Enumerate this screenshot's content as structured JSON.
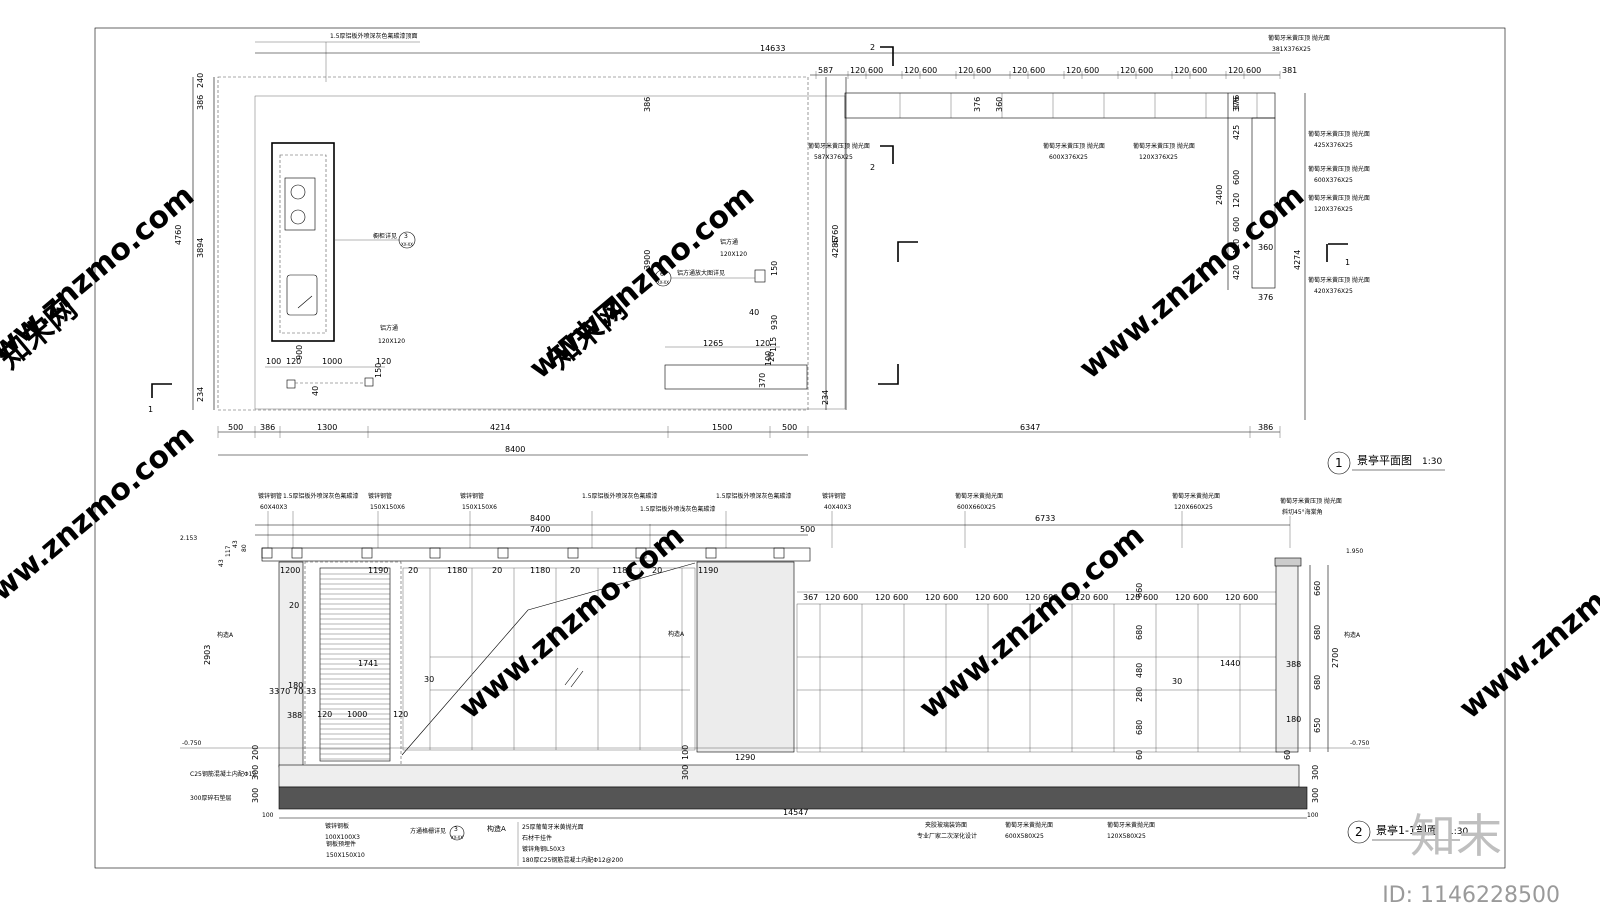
{
  "plan": {
    "title": "景亭平面图",
    "scale": "1:30",
    "number": "1",
    "top_note": "1.5厚铝板外喷深灰色氟碳漆顶面",
    "overall_width": "14633",
    "section_mark": "2",
    "left_mark": "1",
    "right_mark": "1",
    "top_dims": [
      "587",
      "120",
      "600",
      "120",
      "600",
      "120",
      "600",
      "120",
      "600",
      "120",
      "600",
      "120",
      "600",
      "120",
      "600",
      "120",
      "600",
      "381"
    ],
    "left_dims": [
      "240",
      "386",
      "3894",
      "234",
      "4760"
    ],
    "mid_dims": [
      "386",
      "3900",
      "4286",
      "4760",
      "234"
    ],
    "right_dims": [
      "376",
      "425",
      "600",
      "2400",
      "120",
      "600",
      "120",
      "360",
      "420",
      "376",
      "4274"
    ],
    "inner_dims": [
      "360",
      "376"
    ],
    "bottom_dims": [
      "500",
      "386",
      "1300",
      "4214",
      "1500",
      "500",
      "6347",
      "386"
    ],
    "bottom_total": "8400",
    "cabinet_dims": [
      "100",
      "120",
      "1000",
      "120",
      "150",
      "900",
      "40"
    ],
    "tube_dims": [
      "1265",
      "120",
      "115",
      "20",
      "370",
      "100",
      "40",
      "930",
      "150"
    ],
    "tube_label": "铝方通",
    "tube_size": "120X120",
    "cabinet_label": "橱柜详见",
    "cabinet_ref": "3",
    "cabinet_ref_sheet": "XX-XX",
    "tube_detail": "铝方通放大图详见",
    "tube_ref": "6",
    "tube_ref_sheet": "XX-XX",
    "stone_labels": [
      {
        "name": "葡萄牙米黄压顶 抛光面",
        "size": "381X376X25"
      },
      {
        "name": "葡萄牙米黄压顶 抛光面",
        "size": "587X376X25"
      },
      {
        "name": "葡萄牙米黄压顶 抛光面",
        "size": "600X376X25"
      },
      {
        "name": "葡萄牙米黄压顶 抛光面",
        "size": "120X376X25"
      },
      {
        "name": "葡萄牙米黄压顶 抛光面",
        "size": "425X376X25"
      },
      {
        "name": "葡萄牙米黄压顶 抛光面",
        "size": "600X376X25"
      },
      {
        "name": "葡萄牙米黄压顶 抛光面",
        "size": "120X376X25"
      },
      {
        "name": "葡萄牙米黄压顶 抛光面",
        "size": "420X376X25"
      }
    ]
  },
  "section": {
    "title": "景亭1-1剖面",
    "scale": "1:30",
    "number": "2",
    "top_labels": [
      {
        "name": "镀锌钢管",
        "size": "60X40X3"
      },
      {
        "name": "1.5厚铝板外喷深灰色氟碳漆",
        "size": ""
      },
      {
        "name": "镀锌钢管",
        "size": "150X150X6"
      },
      {
        "name": "镀锌钢管",
        "size": "150X150X6"
      },
      {
        "name": "1.5厚铝板外喷深灰色氟碳漆",
        "size": ""
      },
      {
        "name": "1.5厚铝板外喷浅灰色氟碳漆",
        "size": ""
      },
      {
        "name": "1.5厚铝板外喷深灰色氟碳漆",
        "size": ""
      },
      {
        "name": "镀锌钢管",
        "size": "40X40X3"
      },
      {
        "name": "葡萄牙米黄抛光面",
        "size": "600X660X25"
      },
      {
        "name": "葡萄牙米黄抛光面",
        "size": "120X660X25"
      },
      {
        "name": "葡萄牙米黄压顶 抛光面",
        "size": "斜切45°海棠角"
      }
    ],
    "dims_top": [
      "8400",
      "7400",
      "6733",
      "500"
    ],
    "elev_top_left": "2.153",
    "elev_top_right": "1.950",
    "elev_bottom_left": "-0.750",
    "elev_bottom_right": "-0.750",
    "left_small": [
      "43",
      "117",
      "43",
      "80"
    ],
    "span_dims": [
      "1200",
      "1190",
      "20",
      "1180",
      "20",
      "1180",
      "20",
      "1180",
      "20",
      "1190"
    ],
    "wall_dims": [
      "367",
      "120",
      "600",
      "120",
      "600",
      "120",
      "600",
      "120",
      "600",
      "120",
      "600",
      "120",
      "600",
      "120",
      "600",
      "120",
      "600",
      "120",
      "600"
    ],
    "mid_dims": [
      "1741",
      "30",
      "30",
      "1440",
      "1000",
      "120",
      "120",
      "1290"
    ],
    "left_misc": [
      "2903",
      "180",
      "33",
      "70",
      "70",
      "33",
      "388",
      "20"
    ],
    "right_heights": [
      "660",
      "680",
      "480",
      "280",
      "680",
      "60"
    ],
    "far_right": [
      "660",
      "680",
      "388",
      "680",
      "180",
      "650",
      "2700"
    ],
    "structure_a": "构造A",
    "base_labels": [
      "C25钢筋混凝土内配Φ12",
      "300厚碎石垫层"
    ],
    "base_dims": [
      "300",
      "300",
      "200",
      "300",
      "100",
      "60",
      "300",
      "300"
    ],
    "bottom_total": "14547",
    "bottom_small": [
      "100",
      "100"
    ],
    "bottom_labels": [
      {
        "name": "镀锌钢板",
        "size": "100X100X3"
      },
      {
        "name": "钢板预埋件",
        "size": "150X150X10"
      },
      {
        "name": "方通格栅详见",
        "size": ""
      },
      {
        "name": "夹胶玻璃装饰面",
        "size": "专业厂家二次深化设计"
      },
      {
        "name": "葡萄牙米黄抛光面",
        "size": "600X580X25"
      },
      {
        "name": "葡萄牙米黄抛光面",
        "size": "120X580X25"
      }
    ],
    "grid_ref": "3",
    "grid_ref_sheet": "XX-XX",
    "struct_title": "构造A",
    "struct_items": [
      "25厚葡萄牙米黄抛光面",
      "石材干挂件",
      "镀锌角钢L50X3",
      "180厚C25钢筋混凝土内配Φ12@200"
    ]
  },
  "watermark": {
    "site": "www.znzmo.com",
    "brand_cn": "知末网",
    "logo": "知末",
    "id_text": "ID: 1146228500"
  }
}
